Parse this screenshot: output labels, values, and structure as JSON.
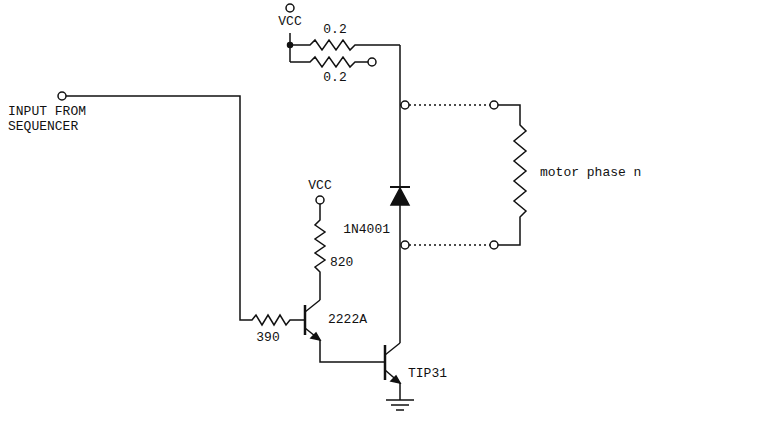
{
  "diagram": {
    "labels": [
      "VCC",
      "0.2",
      "0.2",
      "INPUT FROM SEQUENCER",
      "VCC",
      "1N4001",
      "820",
      "390",
      "2222A",
      "TIP31",
      "motor phase n"
    ]
  }
}
